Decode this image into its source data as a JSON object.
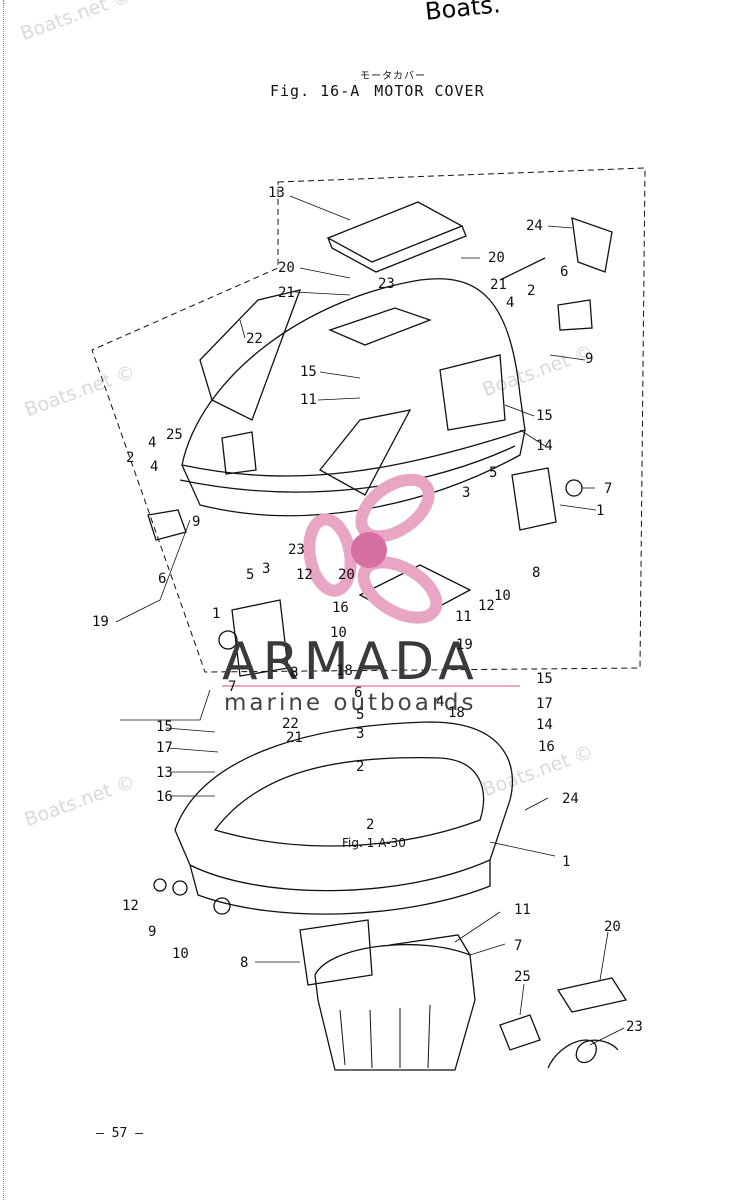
{
  "header": {
    "japanese_caption": "モータカバー",
    "fig_number": "Fig. 16-A",
    "fig_title": "MOTOR COVER"
  },
  "watermarks": {
    "site": "Boats.net ©",
    "site_top": "Boats.",
    "brand": "ARMADA",
    "brand_sub": "marine outboards"
  },
  "cross_reference": "Fig. 1-A-30",
  "page_number": "— 57 —",
  "part_labels": [
    "13",
    "24",
    "20",
    "20",
    "21",
    "23",
    "21",
    "6",
    "2",
    "4",
    "22",
    "9",
    "15",
    "11",
    "15",
    "4",
    "25",
    "14",
    "2",
    "4",
    "5",
    "3",
    "7",
    "1",
    "9",
    "23",
    "6",
    "5",
    "3",
    "12",
    "20",
    "1",
    "8",
    "10",
    "19",
    "16",
    "11",
    "12",
    "10",
    "8",
    "18",
    "19",
    "7",
    "15",
    "17",
    "6",
    "4",
    "18",
    "14",
    "22",
    "21",
    "5",
    "3",
    "15",
    "17",
    "16",
    "13",
    "2",
    "16",
    "24",
    "2",
    "12",
    "1",
    "9",
    "11",
    "7",
    "10",
    "8",
    "20",
    "25",
    "23"
  ],
  "colors": {
    "ink": "#111111",
    "logo_pink": "#e8a5c4",
    "logo_pink_dark": "#d66fa2",
    "watermark_gray": "#d9d9d9"
  }
}
